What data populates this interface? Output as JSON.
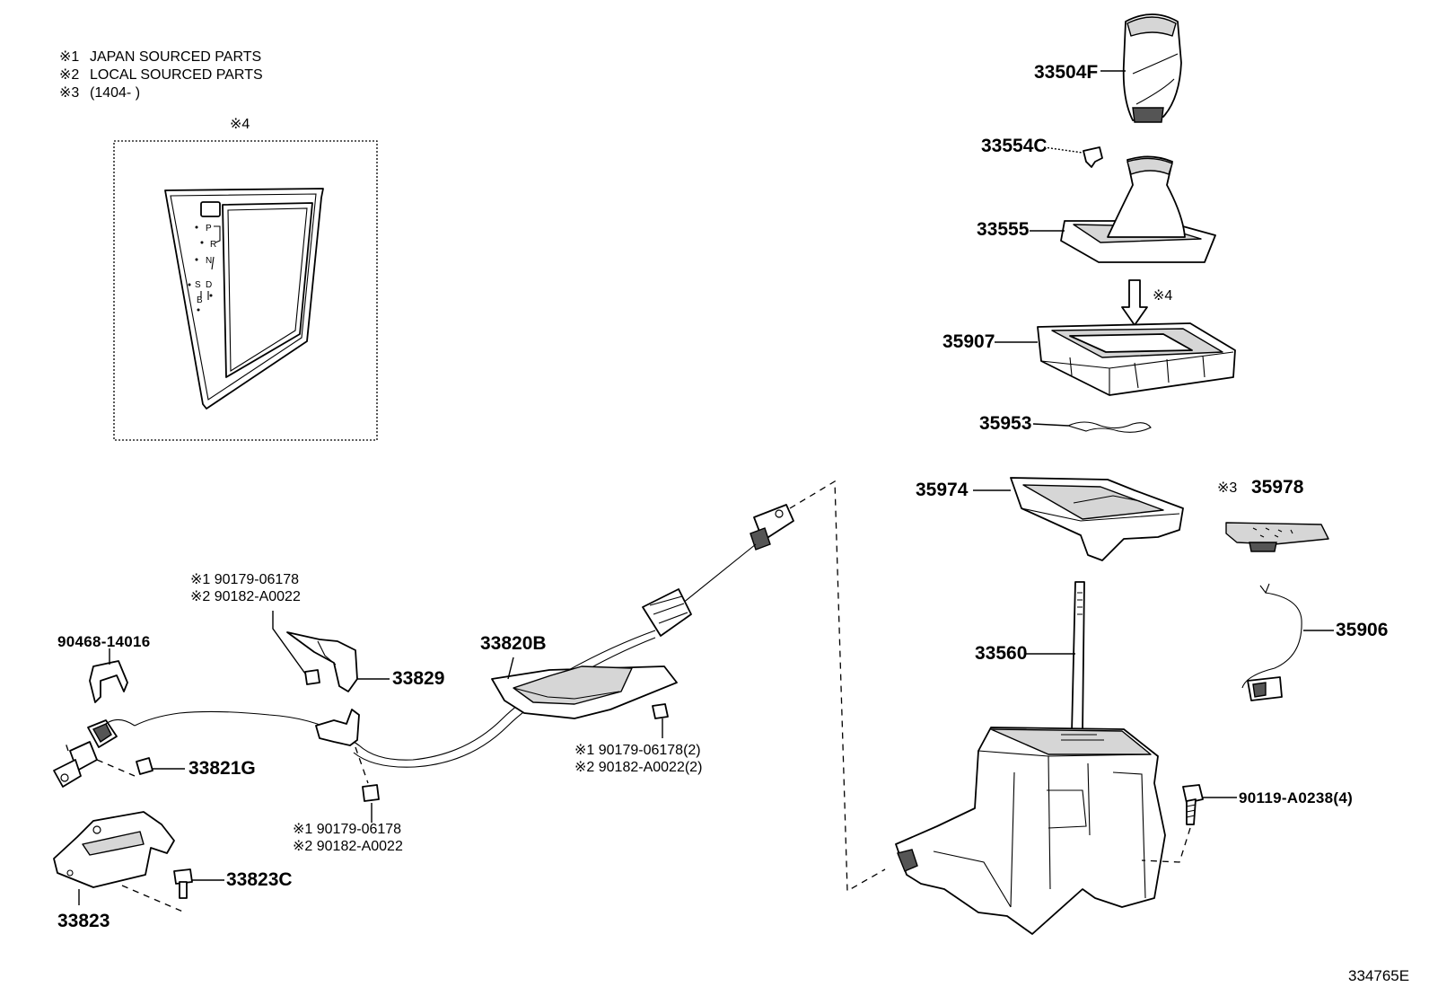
{
  "notes": [
    {
      "mark": "※1",
      "text": "JAPAN SOURCED PARTS"
    },
    {
      "mark": "※2",
      "text": "LOCAL SOURCED PARTS"
    },
    {
      "mark": "※3",
      "text": "(1404-        )"
    }
  ],
  "inset": {
    "mark": "※4",
    "gear_positions": [
      "P",
      "R",
      "N",
      "D",
      "S",
      "B"
    ]
  },
  "arrow_mark": "※4",
  "labels": {
    "p33504F": "33504F",
    "p33554C": "33554C",
    "p33555": "33555",
    "p35907": "35907",
    "p35953": "35953",
    "p35974": "35974",
    "p35978_mark": "※3",
    "p35978": "35978",
    "p35906": "35906",
    "p33560": "33560",
    "p90119": "90119-A0238(4)",
    "p33820B": "33820B",
    "p33829": "33829",
    "p33829_nut_1": "※1  90179-06178",
    "p33829_nut_2": "※2  90182-A0022",
    "p33820B_nut_1": "※1  90179-06178(2)",
    "p33820B_nut_2": "※2  90182-A0022(2)",
    "p90468": "90468-14016",
    "p33821G": "33821G",
    "p33823C": "33823C",
    "p33823": "33823",
    "cable_nut_1": "※1  90179-06178",
    "cable_nut_2": "※2  90182-A0022",
    "figure_id": "334765E"
  }
}
